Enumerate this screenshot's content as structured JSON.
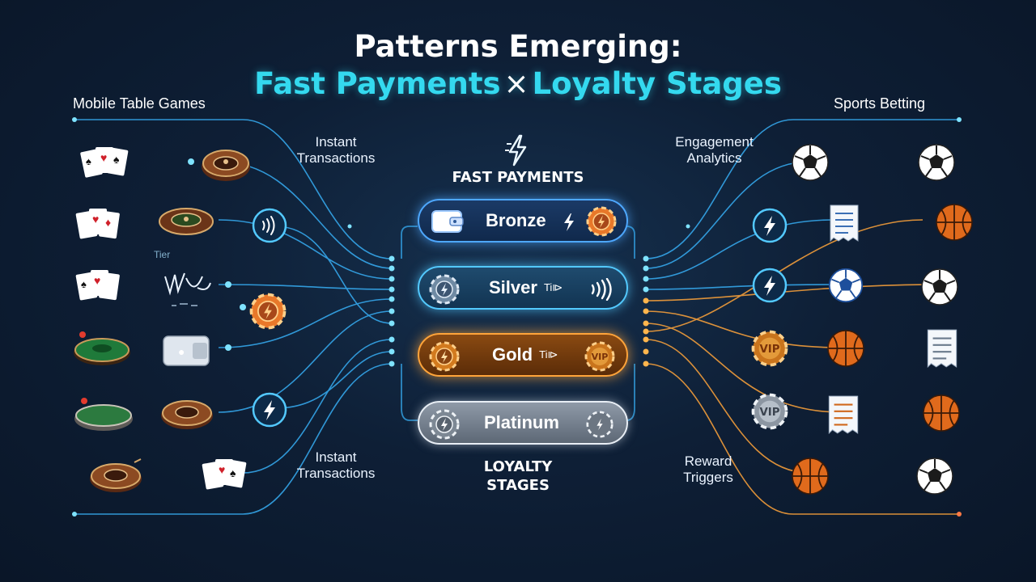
{
  "title": {
    "line1": "Patterns Emerging:",
    "line2_left": "Fast Payments",
    "line2_sep": "×",
    "line2_right": "Loyalty Stages"
  },
  "left_section": "Mobile Table Games",
  "right_section": "Sports Betting",
  "labels": {
    "instant_top": "Instant\nTransactions",
    "instant_bottom": "Instant\nTransactions",
    "engagement": "Engagement\nAnalytics",
    "reward": "Reward\nTriggers",
    "tier_small": "Tier",
    "fast_payments": "FAST PAYMENTS",
    "loyalty_stages": "LOYALTY\nSTAGES"
  },
  "tiers": [
    {
      "name": "Bronze",
      "sub": ""
    },
    {
      "name": "Silver",
      "sub": "Ti⧐"
    },
    {
      "name": "Gold",
      "sub": "Ti⧐"
    },
    {
      "name": "Platinum",
      "sub": ""
    }
  ],
  "badges": {
    "vip": "VIP"
  },
  "colors": {
    "cyan": "#34d9ef",
    "blue_line": "#39b6ff",
    "gold_line": "#ffa43a",
    "background": "#0e1f36"
  }
}
